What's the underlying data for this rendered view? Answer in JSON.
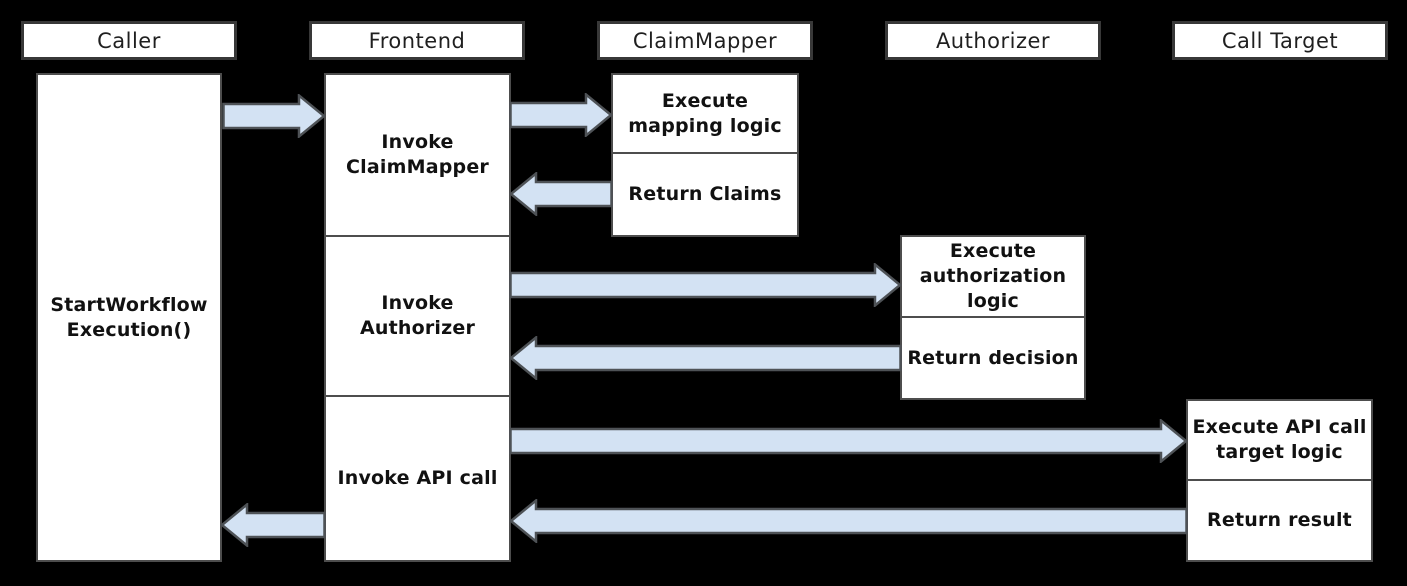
{
  "diagram": {
    "type": "sequence-diagram",
    "colors": {
      "background": "#000000",
      "box_fill": "#ffffff",
      "box_border": "#4d4d4d",
      "header_border": "#383838",
      "arrow_fill": "#d3e2f3",
      "arrow_outline": "#4e5256",
      "text": "#111111"
    },
    "lifelines": [
      {
        "id": "caller",
        "header": "Caller"
      },
      {
        "id": "frontend",
        "header": "Frontend"
      },
      {
        "id": "claim_mapper",
        "header": "ClaimMapper"
      },
      {
        "id": "authorizer",
        "header": "Authorizer"
      },
      {
        "id": "call_target",
        "header": "Call Target"
      }
    ],
    "boxes": {
      "caller_activation": "StartWorkflow\nExecution()",
      "frontend_invoke_claimmapper": "Invoke\nClaimMapper",
      "frontend_invoke_authorizer": "Invoke\nAuthorizer",
      "frontend_invoke_api_call": "Invoke API call",
      "claimmapper_execute": "Execute\nmapping logic",
      "claimmapper_return": "Return Claims",
      "authorizer_execute": "Execute\nauthorization\nlogic",
      "authorizer_return": "Return decision",
      "calltarget_execute": "Execute API call\ntarget logic",
      "calltarget_return": "Return result"
    },
    "arrows": [
      {
        "from": "caller",
        "to": "frontend",
        "direction": "right"
      },
      {
        "from": "frontend",
        "to": "claim_mapper",
        "direction": "right"
      },
      {
        "from": "claim_mapper",
        "to": "frontend",
        "direction": "left"
      },
      {
        "from": "frontend",
        "to": "authorizer",
        "direction": "right"
      },
      {
        "from": "authorizer",
        "to": "frontend",
        "direction": "left"
      },
      {
        "from": "frontend",
        "to": "call_target",
        "direction": "right"
      },
      {
        "from": "call_target",
        "to": "frontend",
        "direction": "left"
      },
      {
        "from": "frontend",
        "to": "caller",
        "direction": "left"
      }
    ]
  }
}
